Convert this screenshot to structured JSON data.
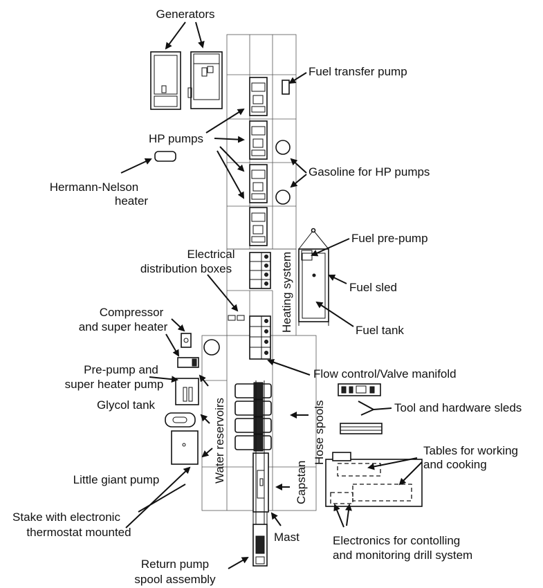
{
  "labels": {
    "generators": "Generators",
    "fuel_transfer_pump": "Fuel transfer pump",
    "hp_pumps": "HP pumps",
    "gasoline_hp_pumps": "Gasoline for HP pumps",
    "hermann_nelson_1": "Hermann-Nelson",
    "hermann_nelson_2": "heater",
    "fuel_pre_pump": "Fuel pre-pump",
    "electrical_1": "Electrical",
    "electrical_2": "distribution boxes",
    "heating_system": "Heating system",
    "fuel_sled": "Fuel sled",
    "compressor_1": "Compressor",
    "compressor_2": "and super heater",
    "fuel_tank": "Fuel tank",
    "flow_control": "Flow control/Valve manifold",
    "pre_pump_1": "Pre-pump and",
    "pre_pump_2": "super heater pump",
    "glycol_tank": "Glycol tank",
    "tool_sleds": "Tool and hardware sleds",
    "water_reservoirs": "Water reservoirs",
    "hose_spools": "Hose spools",
    "tables_1": "Tables for working",
    "tables_2": "and cooking",
    "little_giant": "Little giant pump",
    "capstan": "Capstan",
    "stake_1": "Stake with electronic",
    "stake_2": "thermostat mounted",
    "mast": "Mast",
    "electronics_1": "Electronics for contolling",
    "electronics_2": "and monitoring drill system",
    "return_pump_1": "Return pump",
    "return_pump_2": "spool assembly"
  }
}
